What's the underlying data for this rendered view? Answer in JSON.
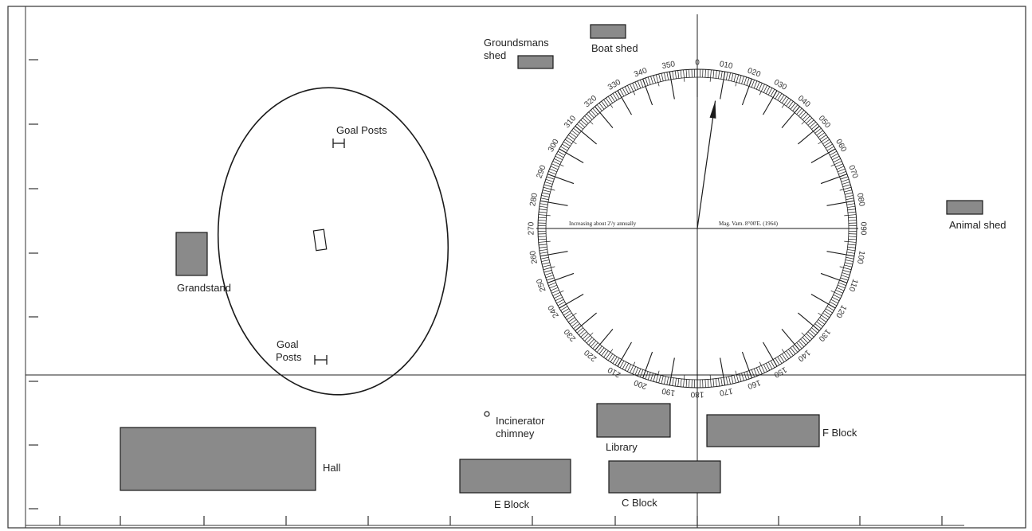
{
  "labels": {
    "goal_posts_north": "Goal Posts",
    "goal_posts_south_1": "Goal",
    "goal_posts_south_2": "Posts",
    "grandstand": "Grandstand",
    "groundsmans_1": "Groundsmans",
    "groundsmans_2": "shed",
    "boat_shed": "Boat shed",
    "animal_shed": "Animal shed",
    "incinerator_1": "Incinerator",
    "incinerator_2": "chimney",
    "library": "Library",
    "f_block": "F Block",
    "hall": "Hall",
    "e_block": "E Block",
    "c_block": "C Block"
  },
  "compass": {
    "note_left": "Increasing about 2'/y annually",
    "note_right": "Mag. Varn. 8°00'E. (1964)",
    "degree_labels": [
      "0",
      "010",
      "020",
      "030",
      "040",
      "050",
      "060",
      "070",
      "080",
      "090",
      "100",
      "110",
      "120",
      "130",
      "140",
      "150",
      "160",
      "170",
      "180",
      "190",
      "200",
      "210",
      "220",
      "230",
      "240",
      "250",
      "260",
      "270",
      "280",
      "290",
      "300",
      "310",
      "320",
      "330",
      "340",
      "350"
    ],
    "magnetic_north_bearing_deg": 8
  },
  "colors": {
    "building_fill": "#8a8a8a",
    "line": "#1a1a1a"
  }
}
